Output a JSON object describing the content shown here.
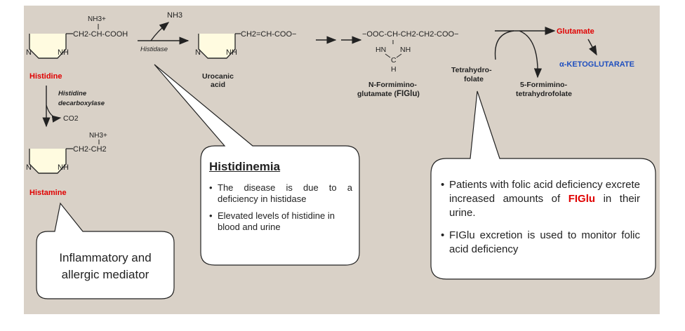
{
  "pathway": {
    "histidine": {
      "nh3_top": "NH3+",
      "chain": "CH2-CH-COOH",
      "ring_n_left": "N",
      "ring_nh": "NH",
      "label": "Histidine"
    },
    "step1": {
      "nh3_released": "NH3",
      "enzyme": "Histidase"
    },
    "urocanic": {
      "chain": "CH2=CH-COO−",
      "ring_n_left": "N",
      "ring_nh": "NH",
      "label_line1": "Urocanic",
      "label_line2": "acid"
    },
    "figlu": {
      "formula": "−OOC-CH-CH2-CH2-COO−",
      "hn": "HN",
      "nh": "NH",
      "c": "C",
      "h": "H",
      "label_line1": "N-Formimino-",
      "label_line2_prefix": "glutamate (",
      "label_line2_abbr": "FIGlu",
      "label_line2_suffix": ")"
    },
    "thf": {
      "line1": "Tetrahydro-",
      "line2": "folate"
    },
    "formimino_thf": {
      "line1": "5-Formimino-",
      "line2": "tetrahydrofolate"
    },
    "glutamate": "Glutamate",
    "akg": "α-KETOGLUTARATE",
    "decarboxylation": {
      "enzyme_line1": "Histidine",
      "enzyme_line2": "decarboxylase",
      "co2": "CO2"
    },
    "histamine": {
      "nh3_top": "NH3+",
      "chain": "CH2-CH2",
      "ring_n_left": "N",
      "ring_nh": "NH",
      "label": "Histamine"
    }
  },
  "callouts": {
    "mediator": {
      "line1": "Inflammatory and",
      "line2": "allergic mediator"
    },
    "histidinemia": {
      "title": "Histidinemia",
      "bullets": [
        "The disease is due to a deficiency in histidase",
        "Elevated levels of histidine in blood and urine"
      ]
    },
    "folic": {
      "bullet1_before": "Patients with folic acid deficiency excrete increased amounts of",
      "bullet1_highlight": "FIGlu",
      "bullet1_after": "in their urine.",
      "bullet2": "FIGlu excretion is used to monitor folic acid deficiency"
    }
  },
  "colors": {
    "panel": "#d9d1c7",
    "highlight": "#e00000",
    "bubble_bg": "#ffffff",
    "akg_blue": "#1f4fbf"
  }
}
